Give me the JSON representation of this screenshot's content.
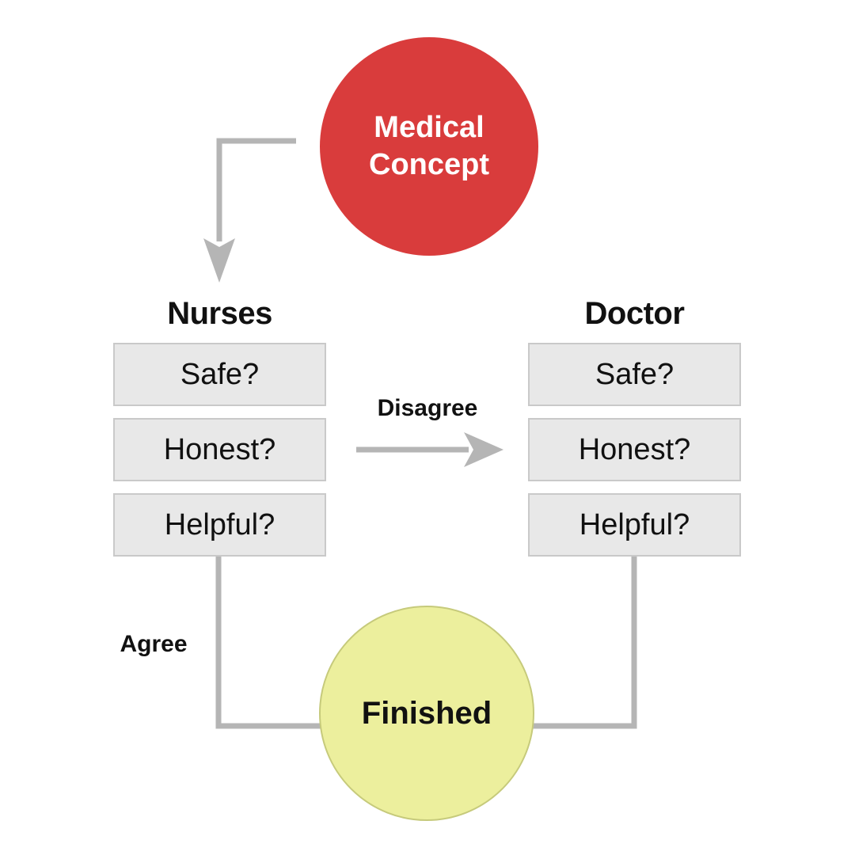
{
  "diagram": {
    "start_node": {
      "label": "Medical Concept"
    },
    "end_node": {
      "label": "Finished"
    },
    "columns": [
      {
        "title": "Nurses",
        "items": [
          "Safe?",
          "Honest?",
          "Helpful?"
        ]
      },
      {
        "title": "Doctor",
        "items": [
          "Safe?",
          "Honest?",
          "Helpful?"
        ]
      }
    ],
    "edge_labels": {
      "disagree": "Disagree",
      "agree": "Agree"
    }
  },
  "colors": {
    "start-fill": "#d93c3c",
    "start-text": "#ffffff",
    "end-fill": "#ecef9d",
    "end-border": "#c6ca7b",
    "box-fill": "#e8e8e8",
    "box-border": "#c9c9c9",
    "connector": "#b5b5b5",
    "text": "#111111"
  }
}
